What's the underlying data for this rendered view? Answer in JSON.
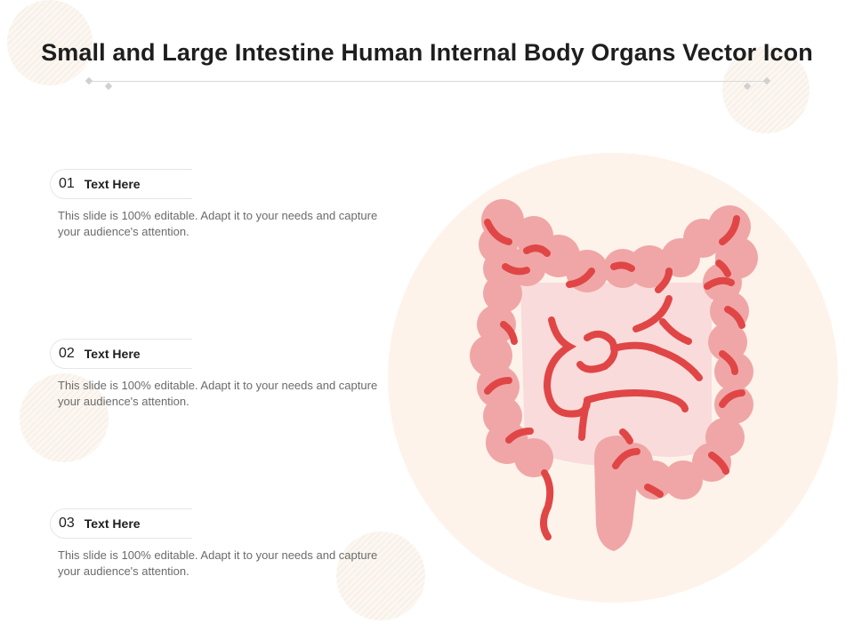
{
  "slide": {
    "title": "Small and Large Intestine Human Internal Body Organs Vector Icon"
  },
  "items": [
    {
      "number": "01",
      "label": "Text Here",
      "description": "This slide is 100% editable. Adapt it to your needs and capture your audience's attention."
    },
    {
      "number": "02",
      "label": "Text Here",
      "description": "This slide is 100% editable. Adapt it to your needs and capture your audience's attention."
    },
    {
      "number": "03",
      "label": "Text Here",
      "description": "This slide is 100% editable. Adapt it to your needs and capture your audience's attention."
    }
  ],
  "icon": {
    "name": "intestine-icon",
    "colors": {
      "background_circle": "#fdf3ea",
      "colon_fill": "#f0a6a6",
      "inner_fill": "#f9dbdb",
      "accent": "#e04646"
    }
  }
}
